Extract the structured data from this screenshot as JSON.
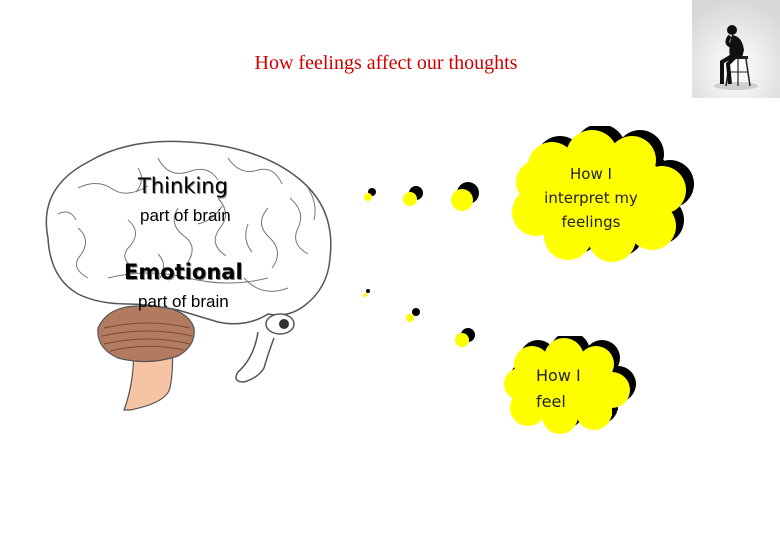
{
  "title": "How feelings affect our thoughts",
  "brain": {
    "thinking_label": "Thinking",
    "thinking_sub": "part of brain",
    "emotional_label": "Emotional",
    "emotional_sub": "part of brain"
  },
  "clouds": {
    "interpret_lines": [
      "How I",
      "interpret my",
      "feelings"
    ],
    "feel_lines": [
      "How I",
      "feel"
    ]
  },
  "colors": {
    "title": "#cc0000",
    "cloud_fill": "#ffff00",
    "cloud_shadow": "#000000"
  }
}
